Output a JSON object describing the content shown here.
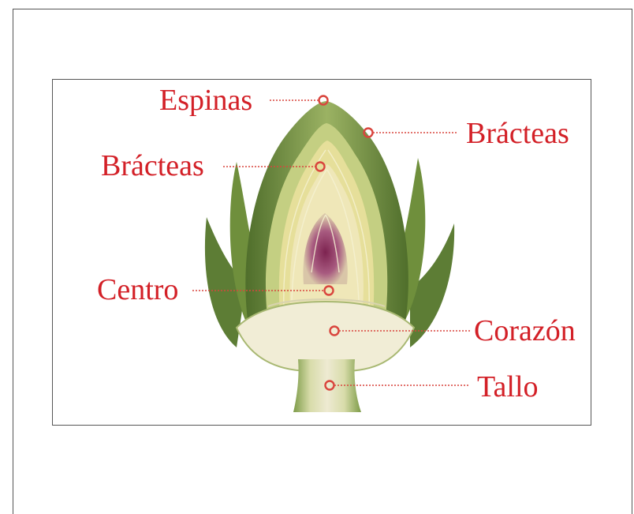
{
  "labels": {
    "espinas": "Espinas",
    "bracteas_right": "Brácteas",
    "bracteas_left": "Brácteas",
    "centro": "Centro",
    "corazon": "Corazón",
    "tallo": "Tallo"
  },
  "colors": {
    "label": "#d32027",
    "leader": "#d9453d",
    "frame": "#555555",
    "leaf_dark": "#5d7d35",
    "leaf_mid": "#8fa85a",
    "leaf_light": "#c9d58a",
    "inner_yellow": "#e8e2a0",
    "purple": "#8b3a63",
    "heart": "#f1edd6",
    "stem": "#8fa85a"
  },
  "icons": {
    "marker": "circle-marker-icon"
  }
}
